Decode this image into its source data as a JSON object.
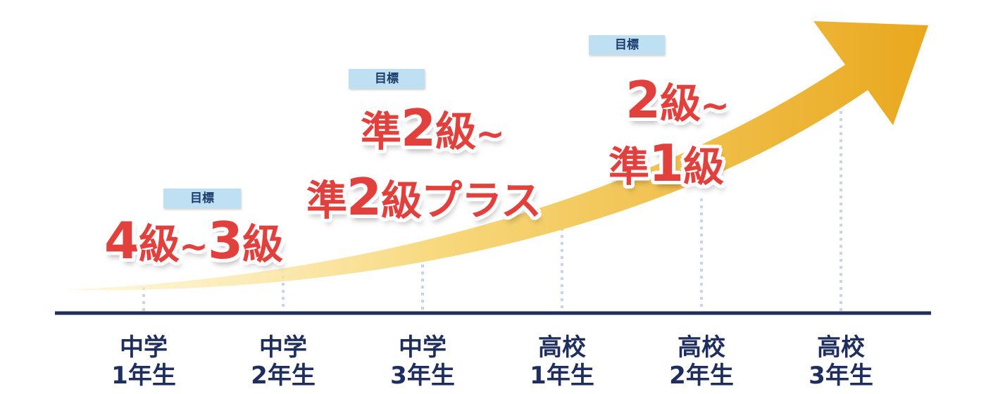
{
  "years": [
    {
      "top": "中学",
      "bottom": "1年生"
    },
    {
      "top": "中学",
      "bottom": "2年生"
    },
    {
      "top": "中学",
      "bottom": "3年生"
    },
    {
      "top": "高校",
      "bottom": "1年生"
    },
    {
      "top": "高校",
      "bottom": "2年生"
    },
    {
      "top": "高校",
      "bottom": "3年生"
    }
  ],
  "goal_label": "目標",
  "goals": [
    {
      "lines": [
        {
          "parts": [
            "4",
            "級",
            "~",
            "3",
            "級"
          ]
        }
      ]
    },
    {
      "lines": [
        {
          "parts": [
            "準",
            "2",
            "級",
            "~"
          ]
        },
        {
          "parts": [
            "準",
            "2",
            "級",
            "プラス"
          ]
        }
      ]
    },
    {
      "lines": [
        {
          "parts": [
            "2",
            "級",
            "~"
          ]
        },
        {
          "parts": [
            "準",
            "1",
            "級"
          ]
        }
      ]
    }
  ],
  "colors": {
    "axis": "#1e2e5e",
    "year_text": "#1e2e5e",
    "grade_text": "#e2403c",
    "tag_bg": "#bfe0f3",
    "arrow_start": "#fdf3c8",
    "arrow_end": "#e9a81e",
    "guide": "#c9d3ea"
  }
}
